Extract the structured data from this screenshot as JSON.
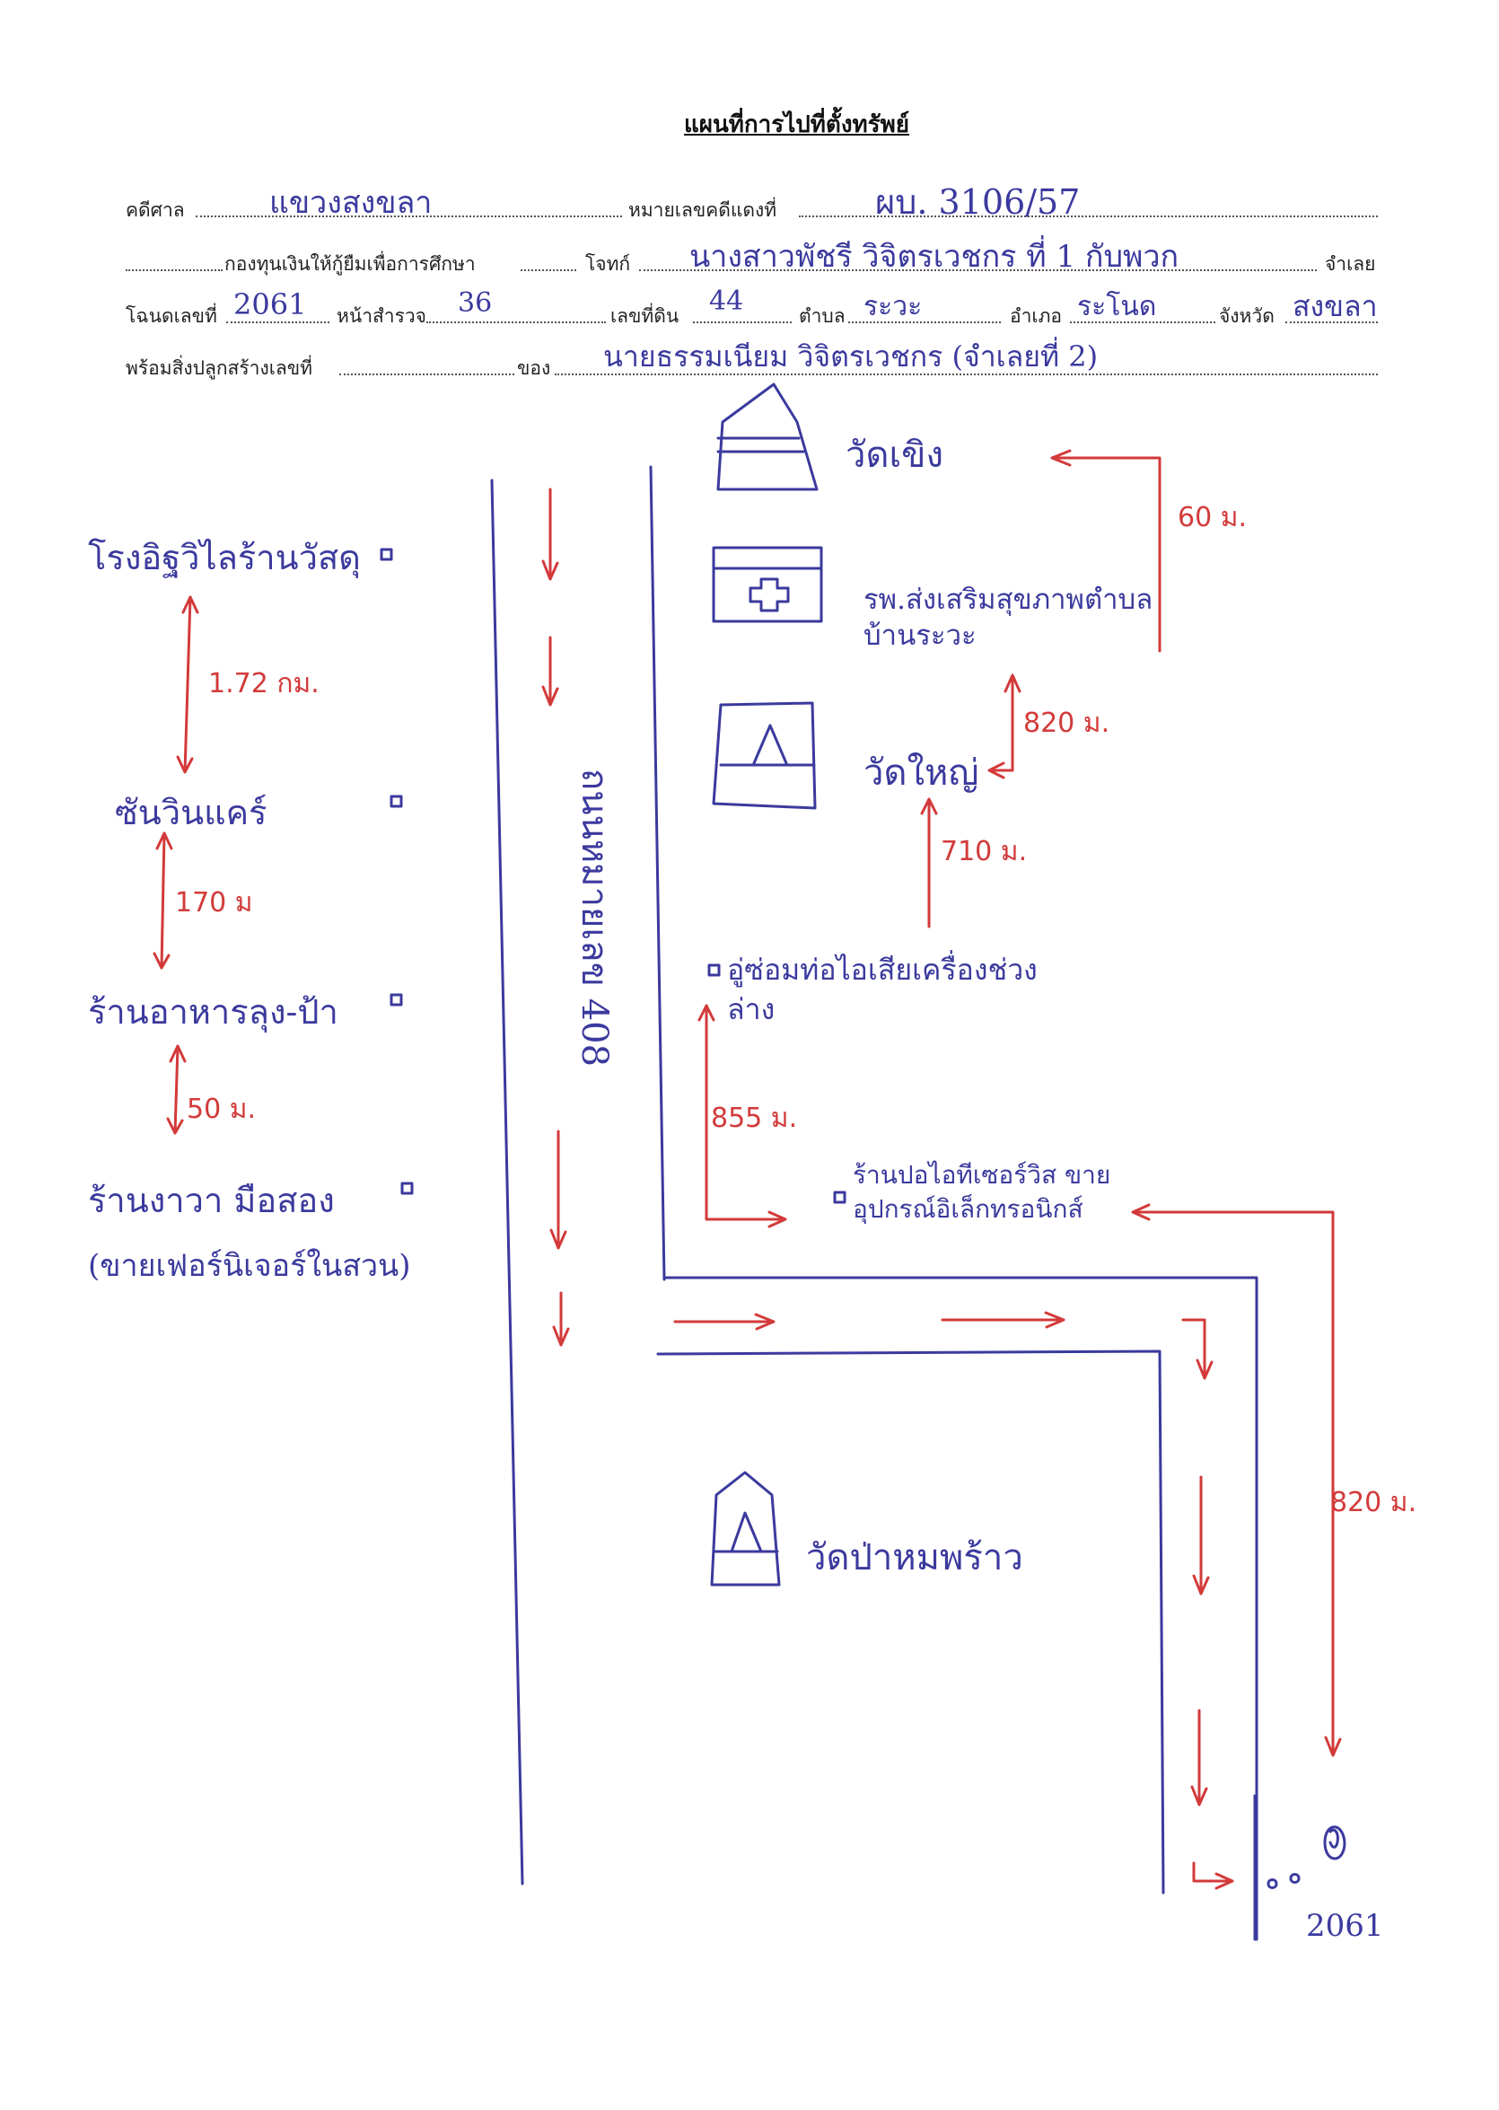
{
  "title": "แผนที่การไปที่ตั้งทรัพย์",
  "header": {
    "court_label": "คดีศาล",
    "court_value": "แขวงสงขลา",
    "red_case_label": "หมายเลขคดีแดงที่",
    "red_case_value": "ผบ. 3106/57",
    "fund_label": "กองทุนเงินให้กู้ยืมเพื่อการศึกษา",
    "plaintiff_label": "โจทก์",
    "plaintiff_value": "นางสาวพัชรี วิจิตรเวชกร ที่ 1 กับพวก",
    "defendant_label": "จำเลย",
    "deed_label": "โฉนดเลขที่",
    "deed_value": "2061",
    "survey_page_label": "หน้าสำรวจ",
    "survey_page_value": "36",
    "land_no_label": "เลขที่ดิน",
    "land_no_value": "44",
    "subdistrict_label": "ตำบล",
    "subdistrict_value": "ระวะ",
    "district_label": "อำเภอ",
    "district_value": "ระโนด",
    "province_label": "จังหวัด",
    "province_value": "สงขลา",
    "building_label": "พร้อมสิ่งปลูกสร้างเลขที่",
    "owner_label": "ของ",
    "owner_value": "นายธรรมเนียม วิจิตรเวชกร (จำเลยที่ 2)"
  },
  "map": {
    "road_label": "ถนนหมายเลข 408",
    "landmarks": {
      "wat_choeng": "วัดเขิง",
      "health_hospital": "รพ.ส่งเสริมสุขภาพตำบลบ้านระวะ",
      "wat_yai": "วัดใหญ่",
      "repair_shop": "อู่ซ่อมท่อไอเสียเครื่องช่วงล่าง",
      "electronics_shop": "ร้านปอไอทีเซอร์วิส ขายอุปกรณ์อิเล็กทรอนิกส์",
      "wat_pa_maphrao": "วัดป่าหมพร้าว",
      "material_shop": "โรงอิฐวิไลร้านวัสดุ",
      "car_care": "ซันวินแคร์",
      "restaurant": "ร้านอาหารลุง-ป้า",
      "furniture_shop": "ร้านงาวา มือสอง",
      "furniture_sub": "(ขายเฟอร์นิเจอร์ในสวน)",
      "target_label": "2061"
    },
    "distances": {
      "d_60m": "60 ม.",
      "d_820m_a": "820 ม.",
      "d_710m": "710 ม.",
      "d_855m": "855 ม.",
      "d_820m_b": "820 ม.",
      "d_172km": "1.72 กม.",
      "d_170m": "170 ม",
      "d_50m": "50 ม."
    },
    "colors": {
      "ink_blue": "#3b3a9e",
      "ink_red": "#d33a3a"
    }
  }
}
